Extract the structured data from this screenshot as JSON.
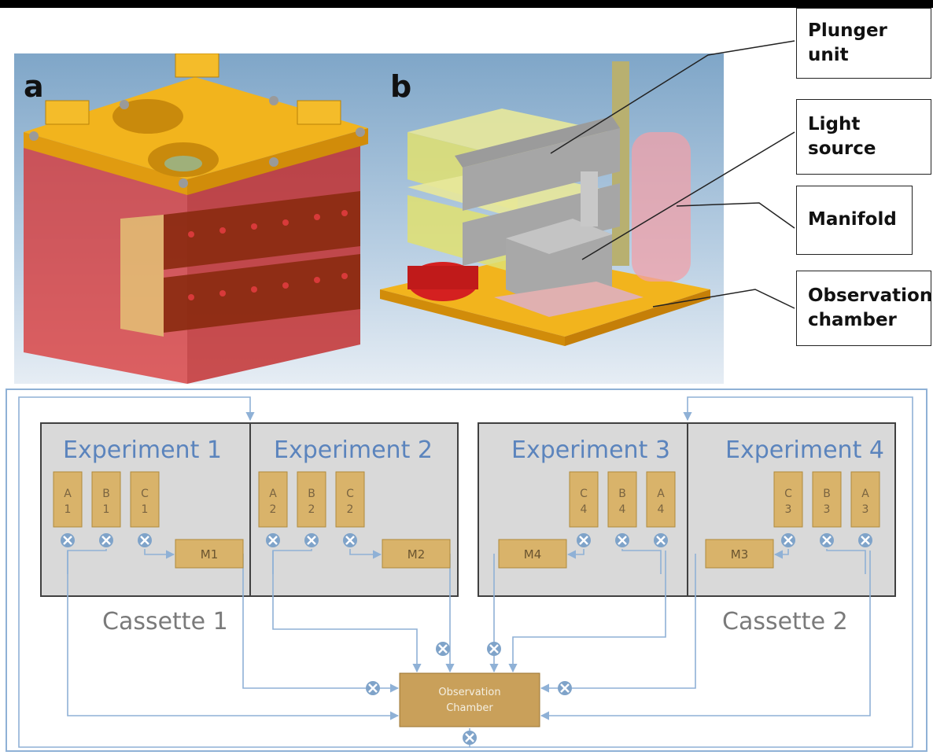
{
  "figure": {
    "panel_a": "a",
    "panel_b": "b",
    "callouts": {
      "plunger": "Plunger unit",
      "light_source": "Light source",
      "manifold": "Manifold",
      "observation": "Observation chamber"
    }
  },
  "flow_diagram": {
    "experiments": [
      {
        "title": "Experiment 1",
        "reservoirs": [
          [
            "A",
            "1"
          ],
          [
            "B",
            "1"
          ],
          [
            "C",
            "1"
          ]
        ],
        "manifold": "M1"
      },
      {
        "title": "Experiment 2",
        "reservoirs": [
          [
            "A",
            "2"
          ],
          [
            "B",
            "2"
          ],
          [
            "C",
            "2"
          ]
        ],
        "manifold": "M2"
      },
      {
        "title": "Experiment 3",
        "reservoirs": [
          [
            "C",
            "4"
          ],
          [
            "B",
            "4"
          ],
          [
            "A",
            "4"
          ]
        ],
        "manifold": "M4"
      },
      {
        "title": "Experiment 4",
        "reservoirs": [
          [
            "C",
            "3"
          ],
          [
            "B",
            "3"
          ],
          [
            "A",
            "3"
          ]
        ],
        "manifold": "M3"
      }
    ],
    "cassettes": [
      "Cassette 1",
      "Cassette 2"
    ],
    "observation_chamber": [
      "Observation",
      "Chamber"
    ]
  },
  "colors": {
    "reservoir_fill": "#d9b36a",
    "chamber_fill": "#c9a05a",
    "line": "#8fb1d6",
    "valve": "#7fa3c9",
    "experiment_title": "#5b84bd",
    "cassette_fill": "#d9d9d9"
  }
}
